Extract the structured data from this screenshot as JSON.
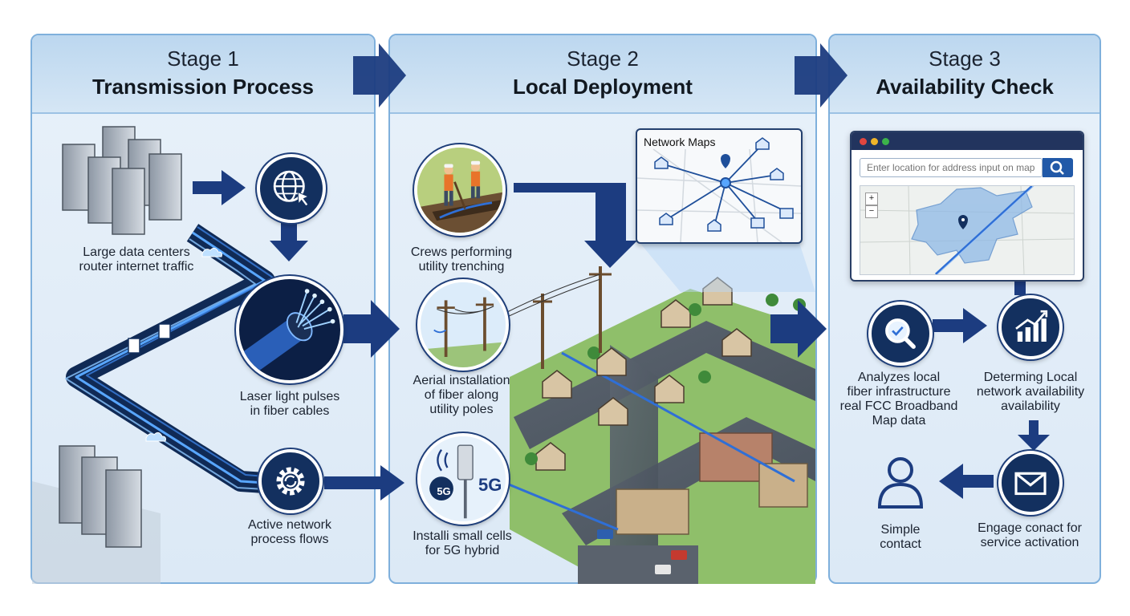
{
  "stages": [
    {
      "label": "Stage 1",
      "name": "Transmission Process"
    },
    {
      "label": "Stage 2",
      "name": "Local Deployment"
    },
    {
      "label": "Stage 3",
      "name": "Availability Check"
    }
  ],
  "stage1": {
    "captions": [
      "Large data centers\nrouter internet traffic",
      "Laser light pulses\nin fiber cables",
      "Active network\nprocess flows"
    ]
  },
  "stage2": {
    "captions": [
      "Crews performing\nutility trenching",
      "Aerial installation\nof fiber along\nutility poles",
      "Installi small cells\nfor 5G hybrid"
    ],
    "network_map_title": "Network Maps",
    "cell_badge_small": "5G",
    "cell_badge_large": "5G"
  },
  "stage3": {
    "search_placeholder": "Enter location for address input on map",
    "zoom_in": "+",
    "zoom_out": "−",
    "captions": {
      "analyze": "Analyzes local\nfiber infrastructure\nreal FCC Broadband\nMap data",
      "determine": "Determing Local\nnetwork availability\navailability",
      "contact": "Simple\ncontact",
      "engage": "Engage conact for\nservice activation"
    }
  },
  "colors": {
    "navy": "#13305f",
    "arrow": "#1c3c80",
    "fiber_glow": "#58a6ff",
    "panel_border": "#7fb0dc"
  }
}
